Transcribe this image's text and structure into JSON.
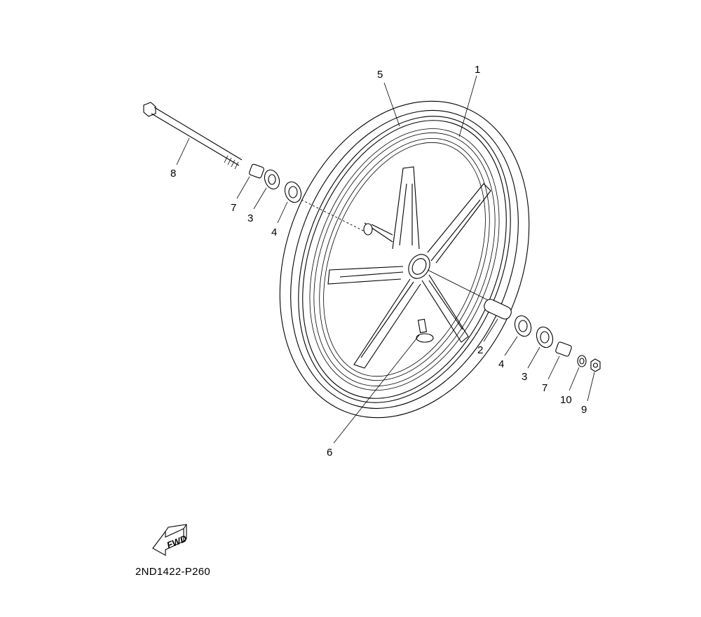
{
  "diagram_code": "2ND1422-P260",
  "fwd_label": "FWD",
  "callouts": {
    "wheel": "1",
    "collar_right": "2",
    "bearing3_left": "3",
    "bearing4_left": "4",
    "tire": "5",
    "valve": "6",
    "collar7_left": "7",
    "axle": "8",
    "bearing4_right": "4",
    "bearing3_right": "3",
    "collar7_right": "7",
    "washer": "10",
    "nut": "9"
  }
}
